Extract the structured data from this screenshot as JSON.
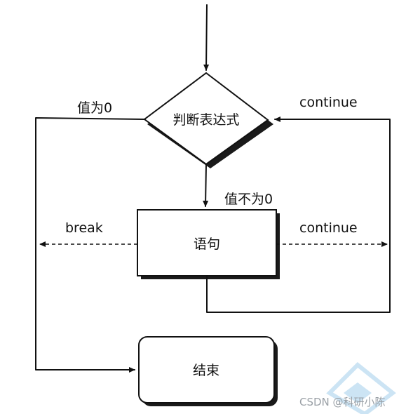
{
  "nodes": {
    "condition": "判断表达式",
    "statement": "语句",
    "end": "结束"
  },
  "edge_labels": {
    "zero": "值为0",
    "nonzero": "值不为0",
    "break": "break",
    "continue_top": "continue",
    "continue_side": "continue"
  },
  "watermark": "CSDN @科研小陈"
}
